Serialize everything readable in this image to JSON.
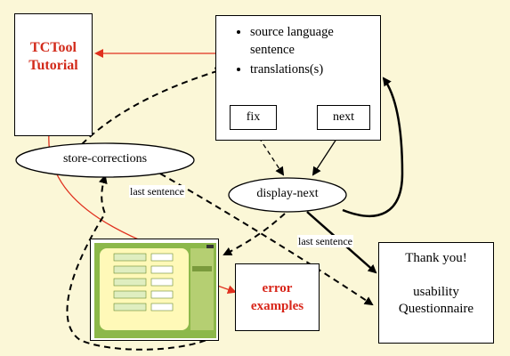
{
  "diagram": {
    "tutorial_box": {
      "line1": "TCTool",
      "line2": "Tutorial"
    },
    "source_box": {
      "bullet1": "source language sentence",
      "bullet2": "translations(s)"
    },
    "fix_button": "fix",
    "next_button": "next",
    "store_corrections": "store-corrections",
    "display_next": "display-next",
    "last_sentence_1": "last sentence",
    "last_sentence_2": "last sentence",
    "thank_you_box": {
      "line1": "Thank you!",
      "line2": "usability",
      "line3": "Questionnaire"
    },
    "error_box": {
      "line1": "error",
      "line2": "examples"
    }
  },
  "colors": {
    "background": "#fbf7d7",
    "red": "#e0301e",
    "tutorial_text": "#d22a1a",
    "error_text": "#d8261a",
    "screenshot_green": "#8cb84a",
    "screenshot_panel": "#fff9b8"
  }
}
